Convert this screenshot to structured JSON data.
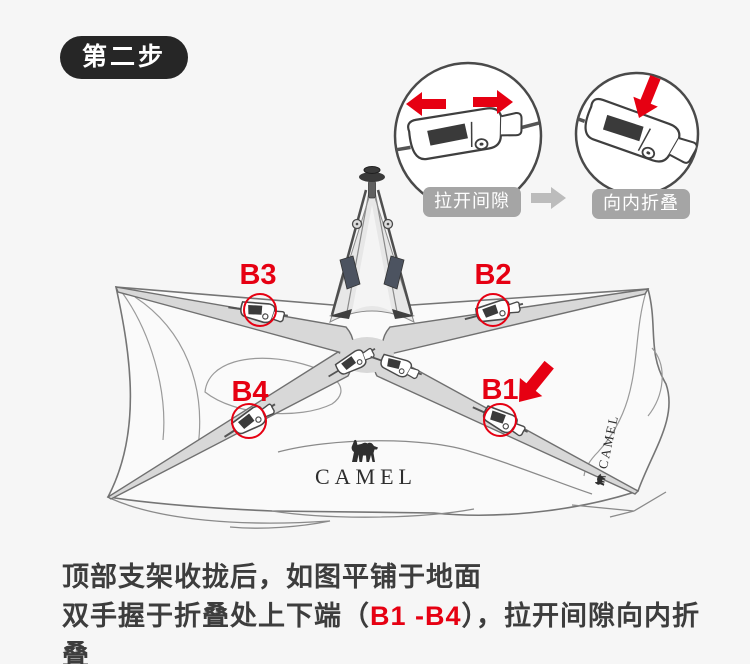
{
  "step_badge": {
    "label": "第二步"
  },
  "callouts": [
    {
      "caption": "拉开间隙"
    },
    {
      "caption": "向内折叠"
    }
  ],
  "diagram": {
    "joint_labels": [
      {
        "text": "B3"
      },
      {
        "text": "B2"
      },
      {
        "text": "B4"
      },
      {
        "text": "B1"
      }
    ],
    "brand_center": "CAMEL",
    "brand_side": "CAMEL"
  },
  "instructions": {
    "line1": "顶部支架收拢后，如图平铺于地面",
    "line2_prefix": "双手握于折叠处上下端（",
    "line2_highlight": "B1 -B4",
    "line2_suffix": "），拉开间隙向内折叠"
  },
  "colors": {
    "accent_red": "#e60012",
    "badge_black": "#262626",
    "caption_gray": "#a5a5a5"
  }
}
